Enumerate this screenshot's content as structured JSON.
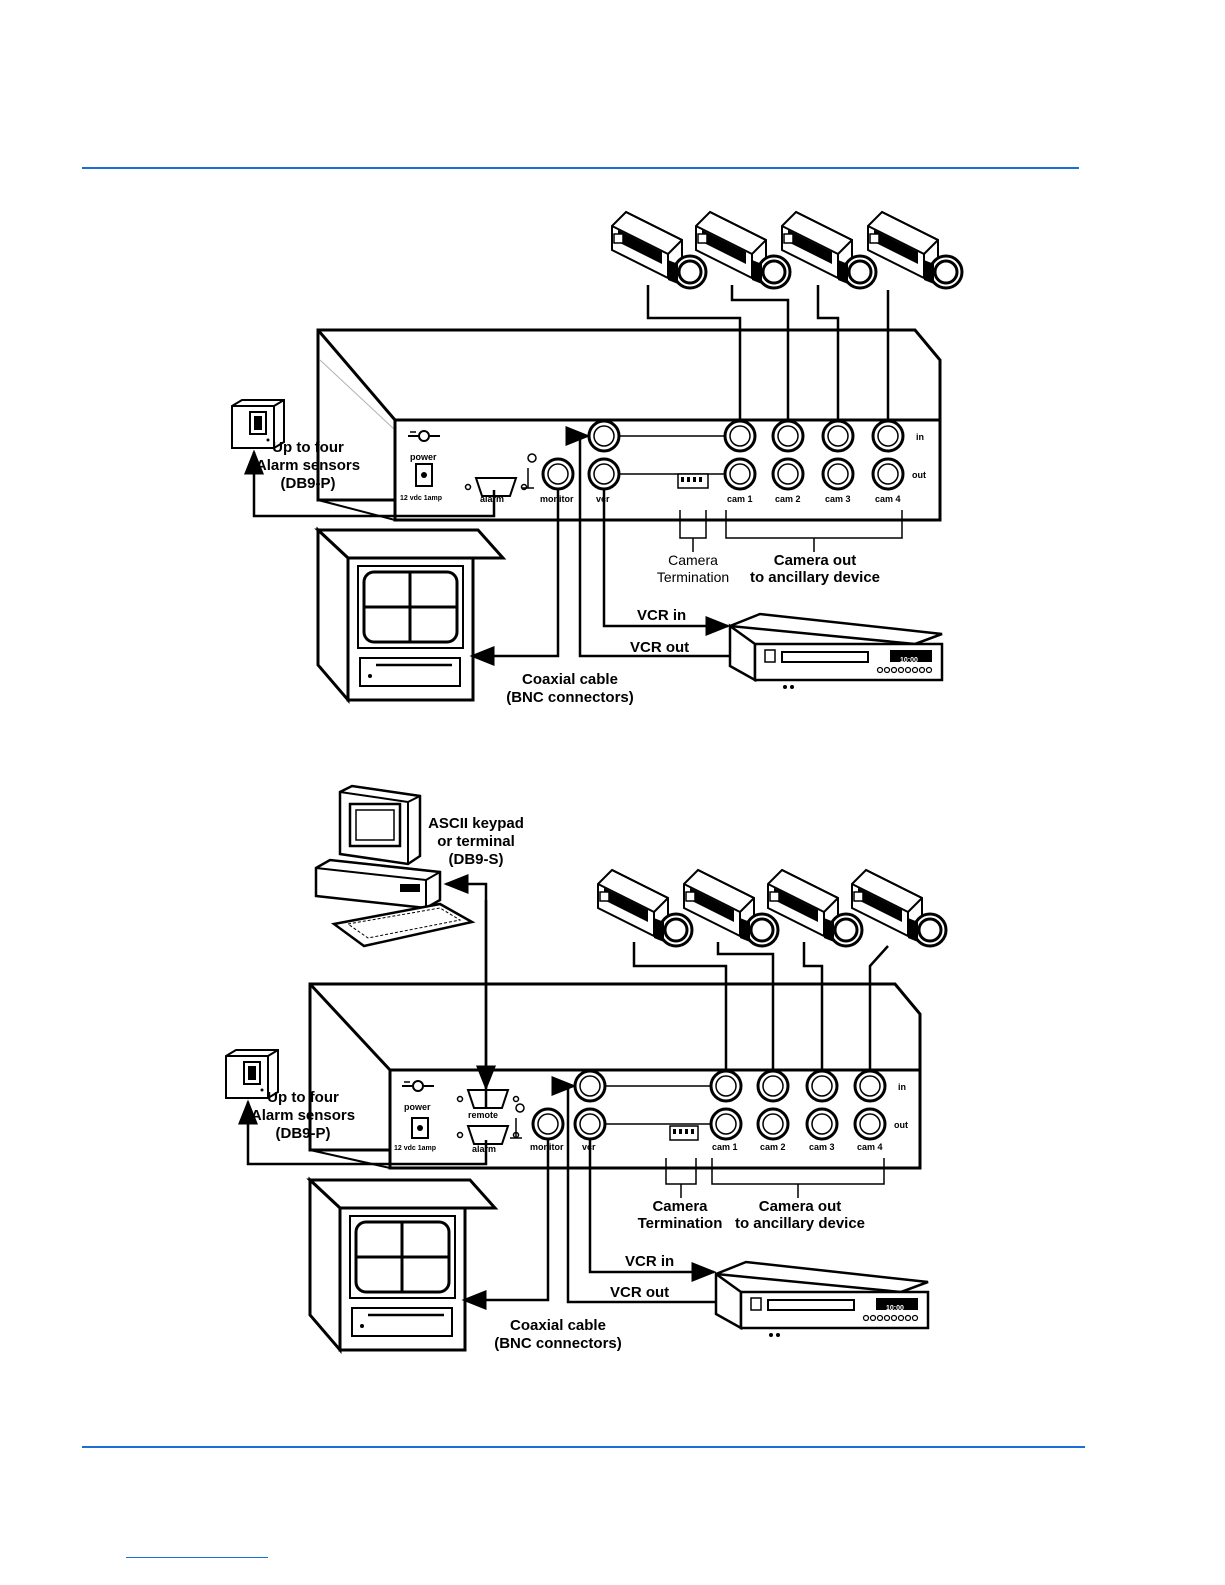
{
  "colors": {
    "rule": "#1a6fd6",
    "ink": "#000000",
    "paper": "#ffffff"
  },
  "diagram_top": {
    "sensor_label": [
      "Up to four",
      "Alarm sensors",
      "(DB9-P)"
    ],
    "power_label": "power",
    "power_spec": "12 vdc 1amp",
    "alarm_label": "alarm",
    "monitor_label": "monitor",
    "vcr_port_label": "vcr",
    "in_label": "in",
    "out_label": "out",
    "cam_labels": [
      "cam 1",
      "cam 2",
      "cam 3",
      "cam 4"
    ],
    "termination_label": [
      "Camera",
      "Termination"
    ],
    "camera_out_label": [
      "Camera out",
      "to ancillary device"
    ],
    "vcr_in_label": "VCR in",
    "vcr_out_label": "VCR out",
    "coax_label": [
      "Coaxial cable",
      "(BNC connectors)"
    ],
    "vcr_display": "10:00"
  },
  "diagram_bottom": {
    "keypad_label": [
      "ASCII keypad",
      "or terminal",
      "(DB9-S)"
    ],
    "sensor_label": [
      "Up to four",
      "Alarm sensors",
      "(DB9-P)"
    ],
    "power_label": "power",
    "power_spec": "12 vdc 1amp",
    "remote_label": "remote",
    "alarm_label": "alarm",
    "monitor_label": "monitor",
    "vcr_port_label": "vcr",
    "in_label": "in",
    "out_label": "out",
    "cam_labels": [
      "cam 1",
      "cam 2",
      "cam 3",
      "cam 4"
    ],
    "termination_label": [
      "Camera",
      "Termination"
    ],
    "camera_out_label": [
      "Camera out",
      "to ancillary device"
    ],
    "vcr_in_label": "VCR in",
    "vcr_out_label": "VCR out",
    "coax_label": [
      "Coaxial cable",
      "(BNC connectors)"
    ],
    "vcr_display": "10:00"
  }
}
